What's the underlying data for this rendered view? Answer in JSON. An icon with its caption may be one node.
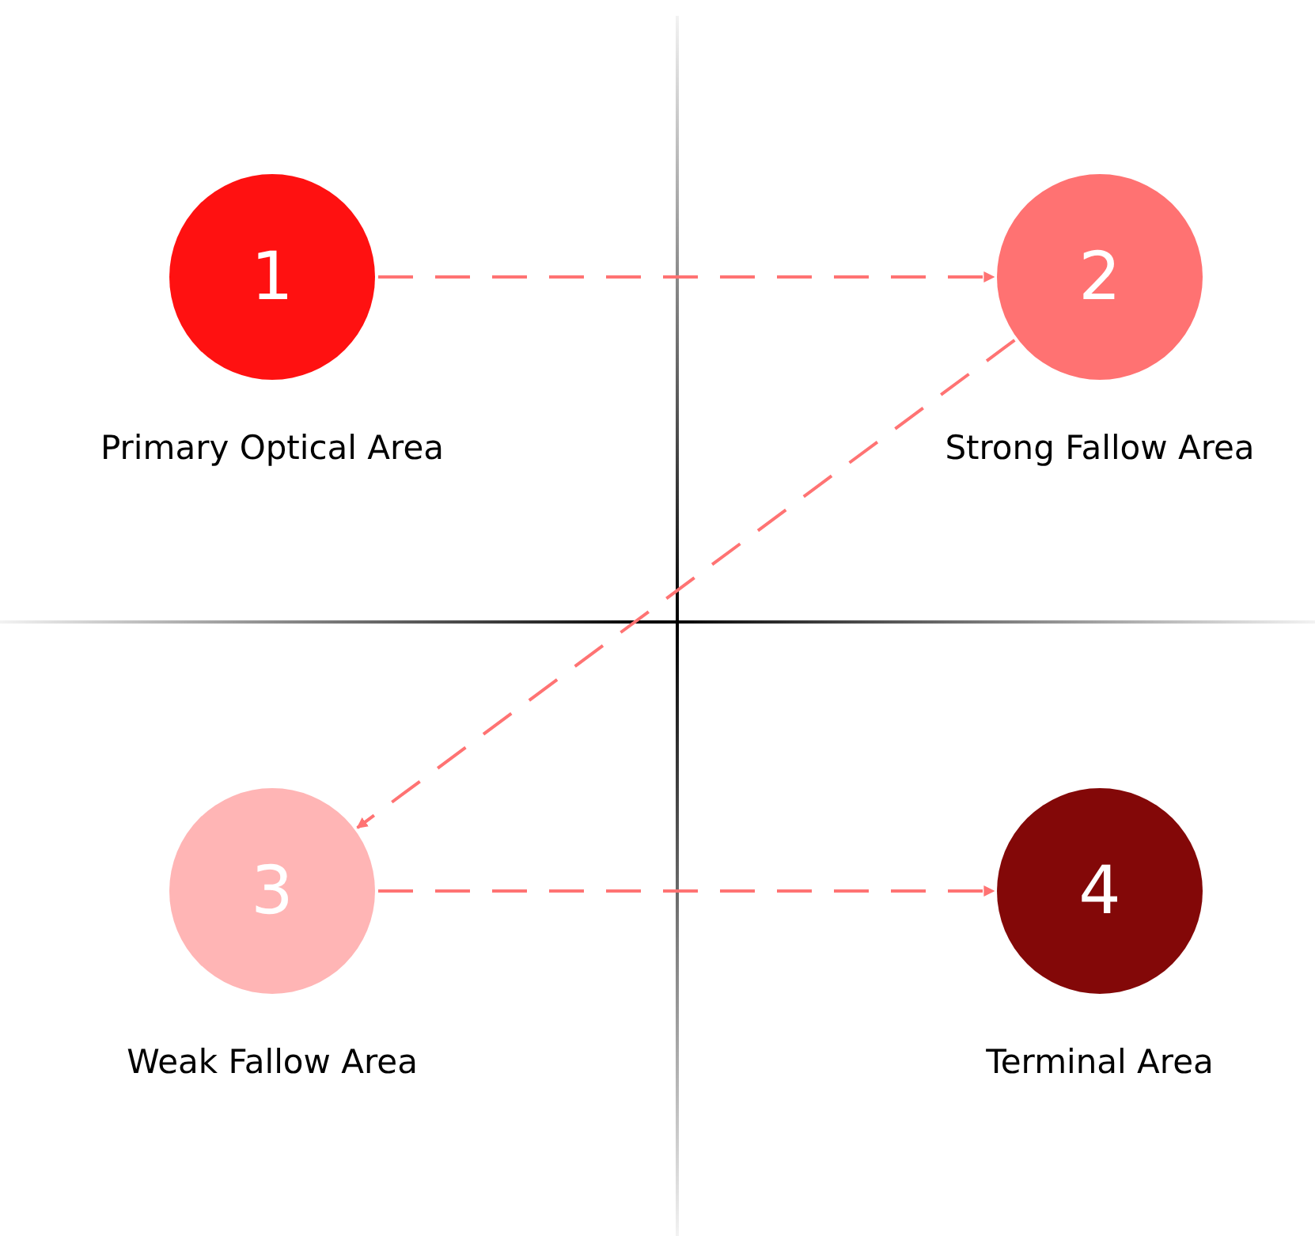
{
  "diagram": {
    "nodes": [
      {
        "text": [
          "1"
        ],
        "beside": [
          "Primary Optical Area"
        ]
      },
      {
        "text": [
          "2"
        ],
        "beside": [
          "Strong Fallow Area"
        ]
      },
      {
        "text": [
          "3"
        ],
        "beside": [
          "Weak Fallow Area"
        ]
      },
      {
        "text": [
          "4"
        ],
        "beside": [
          "Terminal Area"
        ]
      }
    ],
    "edges": [
      {
        "from": 0,
        "to": 1,
        "arrow": "to",
        "style": "dashed"
      },
      {
        "from": 1,
        "to": 2,
        "arrow": "to",
        "style": "dashed"
      },
      {
        "from": 2,
        "to": 3,
        "arrow": "to",
        "style": "dashed"
      }
    ]
  }
}
